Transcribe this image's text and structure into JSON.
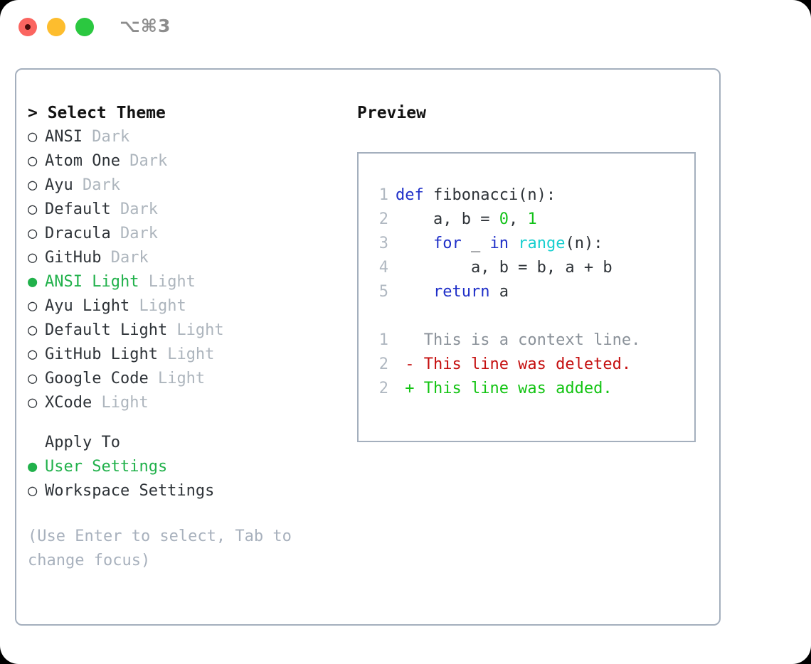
{
  "window": {
    "title": "⌥⌘3",
    "traffic_lights": [
      {
        "name": "close",
        "color": "#fb6560"
      },
      {
        "name": "minimize",
        "color": "#fdbd2e"
      },
      {
        "name": "maximize",
        "color": "#2bc840"
      }
    ]
  },
  "theme_selector": {
    "heading": "> Select Theme",
    "bullet_unselected": "○",
    "bullet_selected": "●",
    "items": [
      {
        "bullet": "○",
        "name": "ANSI",
        "variant": "Dark",
        "selected": false
      },
      {
        "bullet": "○",
        "name": "Atom One",
        "variant": "Dark",
        "selected": false
      },
      {
        "bullet": "○",
        "name": "Ayu",
        "variant": "Dark",
        "selected": false
      },
      {
        "bullet": "○",
        "name": "Default",
        "variant": "Dark",
        "selected": false
      },
      {
        "bullet": "○",
        "name": "Dracula",
        "variant": "Dark",
        "selected": false
      },
      {
        "bullet": "○",
        "name": "GitHub",
        "variant": "Dark",
        "selected": false
      },
      {
        "bullet": "●",
        "name": "ANSI Light",
        "variant": "Light",
        "selected": true
      },
      {
        "bullet": "○",
        "name": "Ayu Light",
        "variant": "Light",
        "selected": false
      },
      {
        "bullet": "○",
        "name": "Default Light",
        "variant": "Light",
        "selected": false
      },
      {
        "bullet": "○",
        "name": "GitHub Light",
        "variant": "Light",
        "selected": false
      },
      {
        "bullet": "○",
        "name": "Google Code",
        "variant": "Light",
        "selected": false
      },
      {
        "bullet": "○",
        "name": "XCode",
        "variant": "Light",
        "selected": false
      }
    ]
  },
  "apply_to": {
    "label": "Apply To",
    "items": [
      {
        "bullet": "●",
        "name": "User Settings",
        "selected": true
      },
      {
        "bullet": "○",
        "name": "Workspace Settings",
        "selected": false
      }
    ]
  },
  "hint": "(Use Enter to select, Tab to change focus)",
  "preview": {
    "title": "Preview",
    "code_lines": [
      {
        "no": "1",
        "segments": [
          {
            "t": "def ",
            "c": "kw"
          },
          {
            "t": "fibonacci(n):",
            "c": "plain"
          }
        ]
      },
      {
        "no": "2",
        "segments": [
          {
            "t": "    a, b = ",
            "c": "plain"
          },
          {
            "t": "0",
            "c": "num"
          },
          {
            "t": ", ",
            "c": "plain"
          },
          {
            "t": "1",
            "c": "num"
          }
        ]
      },
      {
        "no": "3",
        "segments": [
          {
            "t": "    ",
            "c": "plain"
          },
          {
            "t": "for",
            "c": "kw"
          },
          {
            "t": " _ ",
            "c": "plain"
          },
          {
            "t": "in",
            "c": "kw"
          },
          {
            "t": " ",
            "c": "plain"
          },
          {
            "t": "range",
            "c": "fn"
          },
          {
            "t": "(n):",
            "c": "plain"
          }
        ]
      },
      {
        "no": "4",
        "segments": [
          {
            "t": "        a, b = b, a + b",
            "c": "plain"
          }
        ]
      },
      {
        "no": "5",
        "segments": [
          {
            "t": "    ",
            "c": "plain"
          },
          {
            "t": "return",
            "c": "kw"
          },
          {
            "t": " a",
            "c": "plain"
          }
        ]
      }
    ],
    "diff_lines": [
      {
        "no": "1",
        "marker": "  ",
        "text": "This is a context line.",
        "kind": "ctx"
      },
      {
        "no": "2",
        "marker": "- ",
        "text": "This line was deleted.",
        "kind": "del"
      },
      {
        "no": "2",
        "marker": "+ ",
        "text": "This line was added.",
        "kind": "add"
      }
    ]
  },
  "colors": {
    "accent_green": "#21b14b",
    "muted": "#adb5bd",
    "border": "#a4afbd",
    "keyword_blue": "#1f2fc8",
    "function_cyan": "#17cfcf",
    "number_green": "#12c219",
    "diff_add": "#13c413",
    "diff_del": "#c50f0f",
    "diff_ctx": "#8a9199"
  }
}
